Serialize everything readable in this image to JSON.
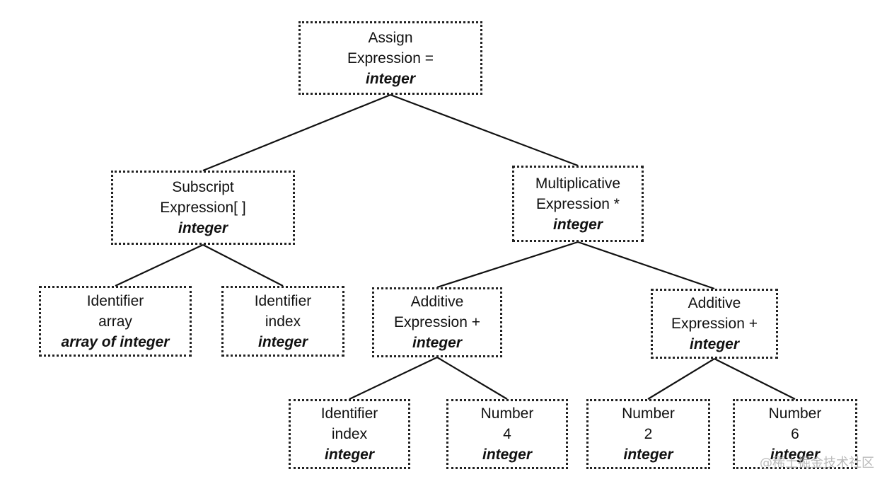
{
  "nodes": {
    "assign": {
      "kind": "Assign",
      "expr": "Expression =",
      "type": "integer"
    },
    "subscript": {
      "kind": "Subscript",
      "expr": "Expression[ ]",
      "type": "integer"
    },
    "mult": {
      "kind": "Multiplicative",
      "expr": "Expression *",
      "type": "integer"
    },
    "id_array": {
      "kind": "Identifier",
      "name": "array",
      "type": "array of integer"
    },
    "id_index": {
      "kind": "Identifier",
      "name": "index",
      "type": "integer"
    },
    "add1": {
      "kind": "Additive",
      "expr": "Expression +",
      "type": "integer"
    },
    "add2": {
      "kind": "Additive",
      "expr": "Expression +",
      "type": "integer"
    },
    "id_index2": {
      "kind": "Identifier",
      "name": "index",
      "type": "integer"
    },
    "num4": {
      "kind": "Number",
      "value": "4",
      "type": "integer"
    },
    "num2": {
      "kind": "Number",
      "value": "2",
      "type": "integer"
    },
    "num6": {
      "kind": "Number",
      "value": "6",
      "type": "integer"
    }
  },
  "edges": [
    [
      "assign",
      "subscript"
    ],
    [
      "assign",
      "mult"
    ],
    [
      "subscript",
      "id_array"
    ],
    [
      "subscript",
      "id_index"
    ],
    [
      "mult",
      "add1"
    ],
    [
      "mult",
      "add2"
    ],
    [
      "add1",
      "id_index2"
    ],
    [
      "add1",
      "num4"
    ],
    [
      "add2",
      "num2"
    ],
    [
      "add2",
      "num6"
    ]
  ],
  "watermark": "@稀土掘金技术社区"
}
